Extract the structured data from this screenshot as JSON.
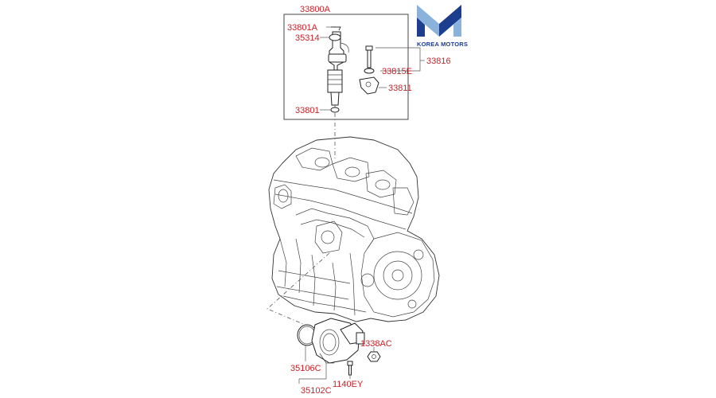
{
  "brand": {
    "name": "KOREA MOTORS",
    "colors": {
      "dark_blue": "#1d3d8f",
      "light_blue": "#8ab2db",
      "label_red": "#c0262d"
    },
    "logo_icon": "km-chevron-logo"
  },
  "labels": {
    "assembly": "33800A",
    "clip": "33801A",
    "seal_top": "35314",
    "bolt": "33816",
    "washer": "33815E",
    "clamp": "33811",
    "oring": "33801",
    "stud_nut": "1338AC",
    "gasket": "35106C",
    "throttle_body": "35102C",
    "bolt_bottom": "1140EY"
  }
}
